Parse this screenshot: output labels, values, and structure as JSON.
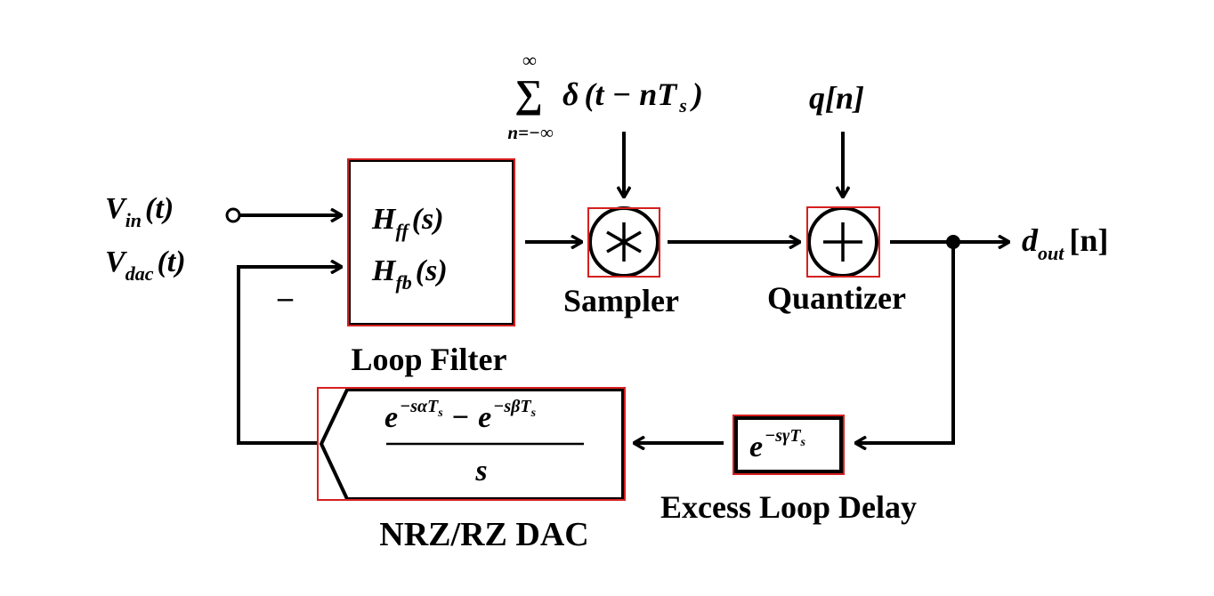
{
  "colors": {
    "line": "#000000",
    "highlight": "#d62020",
    "background": "#ffffff"
  },
  "inputs": {
    "vin": {
      "main": "V",
      "sub": "in",
      "arg": "(t)"
    },
    "vdac": {
      "main": "V",
      "sub": "dac",
      "arg": "(t)"
    },
    "minus_sign": "–"
  },
  "loop_filter": {
    "label": "Loop Filter",
    "tf1": {
      "main": "H",
      "sub": "ff",
      "arg": "(s)"
    },
    "tf2": {
      "main": "H",
      "sub": "fb",
      "arg": "(s)"
    }
  },
  "sampler": {
    "label": "Sampler",
    "impulse_train": {
      "sum_symbol": "∑",
      "upper_limit": "∞",
      "lower_limit": "n=−∞",
      "delta": "δ",
      "body": "(t − nT",
      "sub": "s",
      "close": ")"
    }
  },
  "quantizer": {
    "label": "Quantizer",
    "noise": "q[n]"
  },
  "output": {
    "main": "d",
    "sub": "out",
    "arg": "[n]"
  },
  "excess_loop_delay": {
    "label": "Excess Loop Delay",
    "tf": {
      "base": "e",
      "exp": "−sγT",
      "exp_sub": "s"
    }
  },
  "dac": {
    "label": "NRZ/RZ DAC",
    "numerator": {
      "term1": {
        "base": "e",
        "exp": "−sαT",
        "exp_sub": "s"
      },
      "op": "−",
      "term2": {
        "base": "e",
        "exp": "−sβT",
        "exp_sub": "s"
      }
    },
    "denominator": "s"
  }
}
